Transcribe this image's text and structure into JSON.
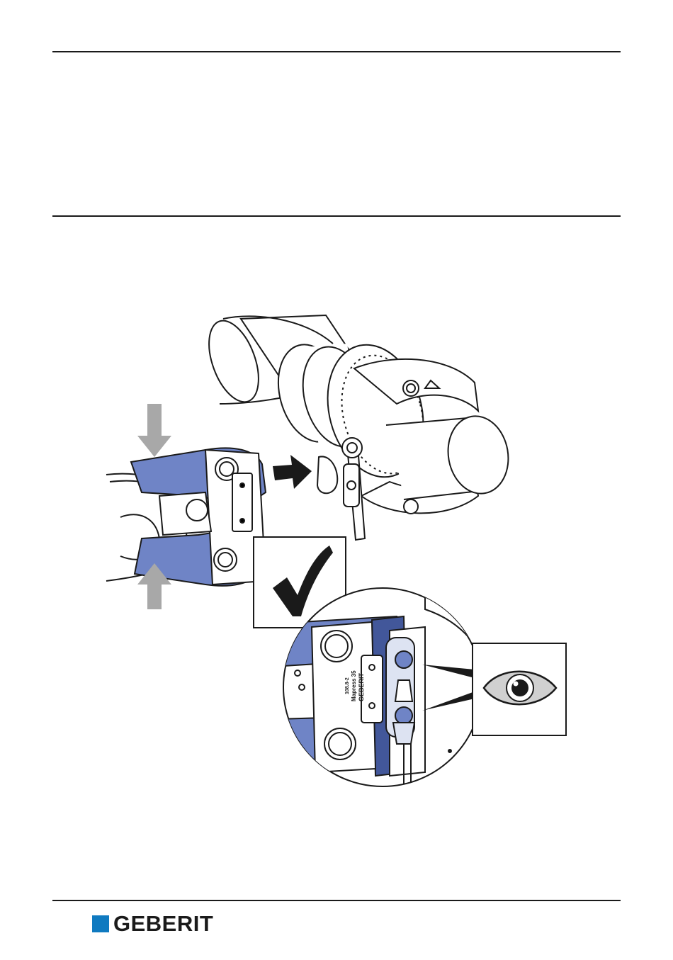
{
  "document": {
    "colors": {
      "rule": "#1a1a1a",
      "tool_blue": "#6f84c6",
      "tool_blue_dark": "#42579a",
      "arrow_gray": "#a8a8a8",
      "brand": "#0f7ac0"
    },
    "illustration": {
      "jaw_label": {
        "brand": "GEBERIT",
        "model": "Mapress 35",
        "code": "108.8-2"
      },
      "icons": [
        "press-direction-arrow-icon",
        "insert-arrow-icon",
        "checkmark-icon",
        "eye-icon",
        "warning-triangle-icon"
      ]
    },
    "footer": {
      "logo_text": "GEBERIT"
    }
  }
}
